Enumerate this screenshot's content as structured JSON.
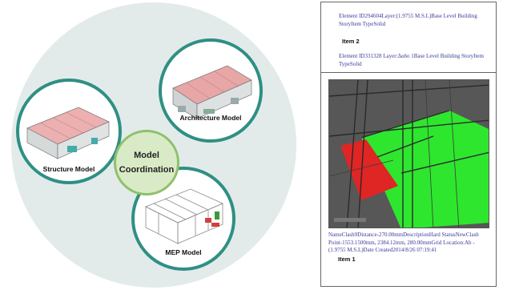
{
  "diagram": {
    "center_line1": "Model",
    "center_line2": "Coordination",
    "architecture_label": "Architecture Model",
    "structure_label": "Structure Model",
    "mep_label": "MEP Model",
    "colors": {
      "ring": "#2f8f84",
      "center": "#d9ebc6",
      "background": "#e2ebea"
    }
  },
  "panel": {
    "element_1": "Element ID294604Layer:(1.9755 M.S.L)Base Level Building StoryItem TypeSolid",
    "item_2": "Item 2",
    "element_2": "Element ID331328 Layer:Δαδο 1Base Level Building StoryItem TypeSolid",
    "clash_details": "NameClash9Distance-270.00mmDescriptionHard StatusNewClash Point-1553.1500mm, 2384.12mm, 280.00mmGrid Location:Ab - (1.9755 M.S.L)Date Created2014/8/26 07:19:41",
    "item_1": "Item 1",
    "viewport_colors": {
      "element_a": "#2ee62e",
      "element_b": "#e02525"
    }
  }
}
